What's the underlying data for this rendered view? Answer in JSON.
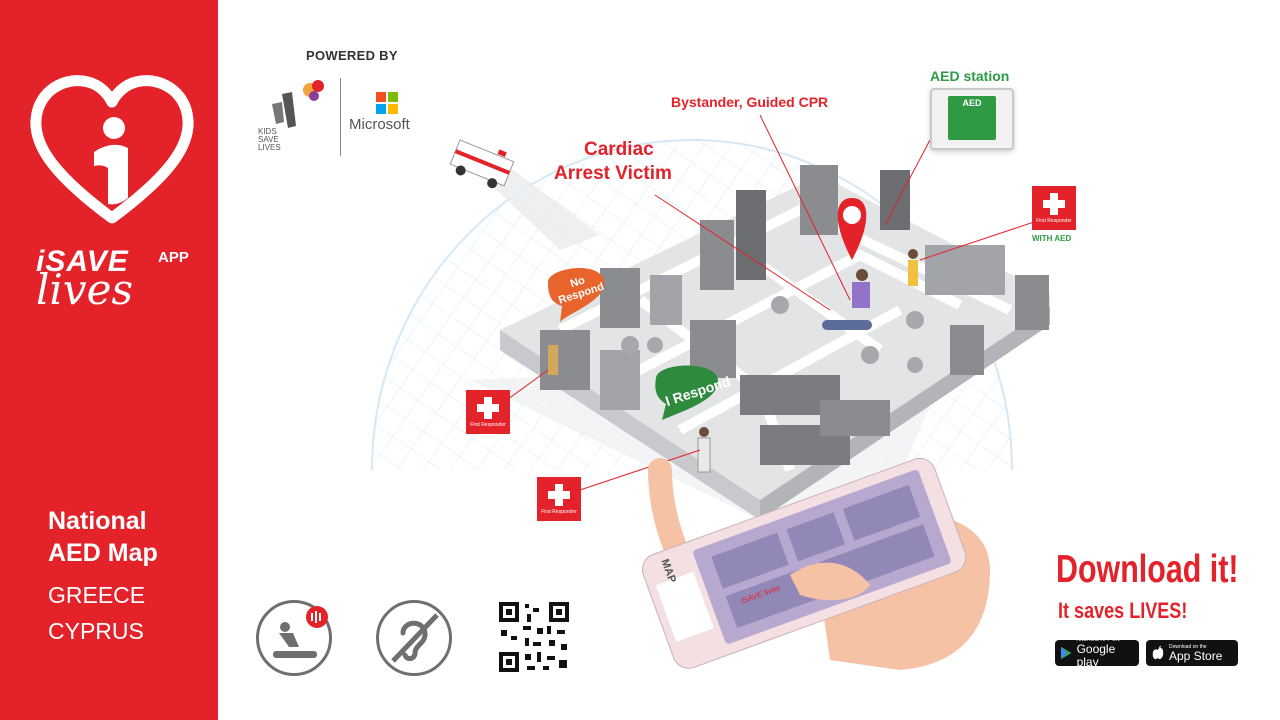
{
  "sidebar": {
    "brand_save": "iSAVE",
    "brand_app": "APP",
    "brand_lives": "lives",
    "title_line1": "National",
    "title_line2": "AED Map",
    "country1": "GREECE",
    "country2": "CYPRUS",
    "bg_color": "#e3222a"
  },
  "partners": {
    "powered_by": "POWERED BY",
    "kids_line1": "KIDS",
    "kids_line2": "SAVE",
    "kids_line3": "LIVES",
    "microsoft": "Microsoft"
  },
  "callouts": {
    "bystander": "Bystander, Guided CPR",
    "cardiac_line1": "Cardiac",
    "cardiac_line2": "Arrest Victim",
    "aed_station": "AED station",
    "aed_box_label": "AED",
    "with_aed": "WITH AED",
    "first_responder": "First Responder",
    "no_respond_line1": "No",
    "no_respond_line2": "Respond",
    "i_respond": "I Respond"
  },
  "phone": {
    "screen_label": "MAP",
    "app_label": "iSAVE lives"
  },
  "download": {
    "headline": "Download it!",
    "tagline": "It saves LIVES!",
    "google_small": "ANDROID APP ON",
    "google_big": "Google play",
    "apple_small": "Download on the",
    "apple_big": "App Store"
  },
  "icons": [
    "heart-logo-icon",
    "cpr-audio-icon",
    "hearing-impaired-icon",
    "qr-code-icon",
    "first-responder-icon",
    "aed-icon",
    "google-play-icon",
    "apple-icon",
    "microsoft-logo-icon"
  ],
  "colors": {
    "brand_red": "#e3222a",
    "aed_green": "#2e9a44",
    "respond_green": "#2e8b3e",
    "no_respond_orange": "#e8642c"
  }
}
